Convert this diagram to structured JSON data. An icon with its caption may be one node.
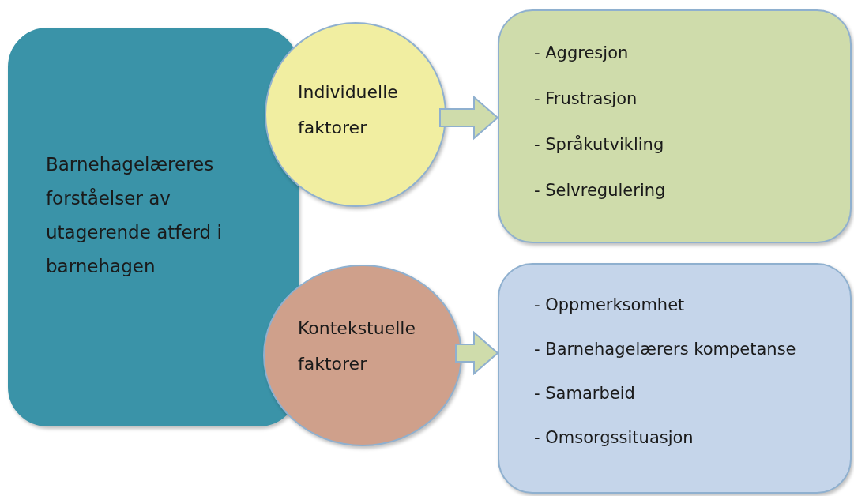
{
  "diagram": {
    "nodes": [
      {
        "text": [
          "Barnehagelæreres forståelser av utagerende atferd i barnehagen"
        ]
      },
      {
        "text": [
          "Individuelle faktorer"
        ]
      },
      {
        "text": [
          "- Aggresjon",
          "- Frustrasjon",
          "- Språkutvikling",
          "- Selvregulering"
        ]
      },
      {
        "text": [
          "Kontekstuelle faktorer"
        ]
      },
      {
        "text": [
          "- Oppmerksomhet",
          "- Barnehagelærers kompetanse",
          "- Samarbeid",
          "- Omsorgssituasjon"
        ]
      }
    ],
    "edges": [
      {
        "from": 1,
        "to": 2,
        "arrow": "to"
      },
      {
        "from": 3,
        "to": 4,
        "arrow": "to"
      }
    ]
  }
}
